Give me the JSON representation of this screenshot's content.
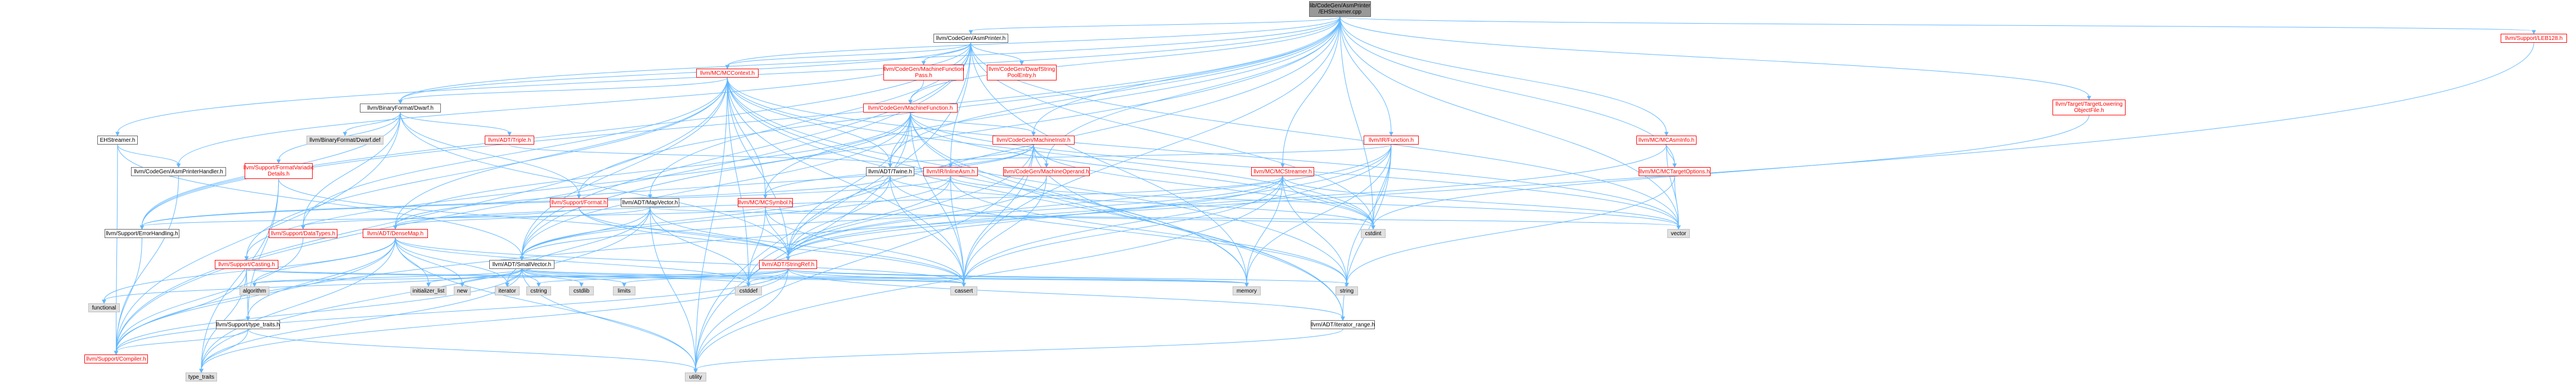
{
  "colors": {
    "edge": "#63B8FF",
    "root_fill": "#999999",
    "linked_text": "#ff0000",
    "external_fill": "#e0e0e0",
    "node_border": "#666666"
  },
  "nodes": {
    "root": "lib/CodeGen/AsmPrinter\n/EHStreamer.cpp",
    "asmprinter": "llvm/CodeGen/AsmPrinter.h",
    "mccontext": "llvm/MC/MCContext.h",
    "mfpass": "llvm/CodeGen/MachineFunction\nPass.h",
    "dwarfpool": "llvm/CodeGen/DwarfString\nPoolEntry.h",
    "machinefunction": "llvm/CodeGen/MachineFunction.h",
    "machineinstr": "llvm/CodeGen/MachineInstr.h",
    "machineoperand": "llvm/CodeGen/MachineOperand.h",
    "binarydwarf": "llvm/BinaryFormat/Dwarf.h",
    "dwarfdef": "llvm/BinaryFormat/Dwarf.def",
    "ehstreamer": "EHStreamer.h",
    "asmprinterhandler": "llvm/CodeGen/AsmPrinterHandler.h",
    "triple": "llvm/ADT/Triple.h",
    "twine": "llvm/ADT/Twine.h",
    "formatvariadic": "llvm/Support/FormatVariadic\nDetails.h",
    "format": "llvm/Support/Format.h",
    "mapvector": "llvm/ADT/MapVector.h",
    "mcsymbol": "llvm/MC/MCSymbol.h",
    "inlineasm": "llvm/IR/InlineAsm.h",
    "function": "llvm/IR/Function.h",
    "mcstreamer": "llvm/MC/MCStreamer.h",
    "targetlowering": "llvm/Target/TargetLowering\nObjectFile.h",
    "mcasminfo": "llvm/MC/MCAsmInfo.h",
    "mctargetoptions": "llvm/MC/MCTargetOptions.h",
    "leb128": "llvm/Support/LEB128.h",
    "errorhandling": "llvm/Support/ErrorHandling.h",
    "casting": "llvm/Support/Casting.h",
    "datatypes": "llvm/Support/DataTypes.h",
    "densemap": "llvm/ADT/DenseMap.h",
    "smallvector": "llvm/ADT/SmallVector.h",
    "stringref": "llvm/ADT/StringRef.h",
    "typetraits": "llvm/Support/type_traits.h",
    "compiler": "llvm/Support/Compiler.h",
    "iteratorrange": "llvm/ADT/iterator_range.h",
    "functional": "functional",
    "algorithm": "algorithm",
    "initializer_list": "initializer_list",
    "new": "new",
    "iterator": "iterator",
    "cstring": "cstring",
    "cstdlib": "cstdlib",
    "limits": "limits",
    "cstddef": "cstddef",
    "cassert": "cassert",
    "memory": "memory",
    "string": "string",
    "vector": "vector",
    "cstdint": "cstdint",
    "type_traits": "type_traits",
    "utility": "utility"
  }
}
